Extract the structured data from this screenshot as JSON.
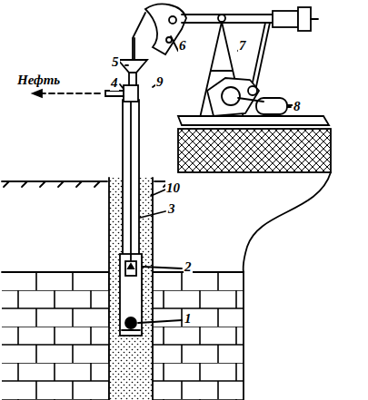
{
  "diagram": {
    "labels": [
      "6",
      "7",
      "9",
      "5",
      "Нефть",
      "4",
      "8",
      "10",
      "3",
      "2",
      "1"
    ]
  }
}
